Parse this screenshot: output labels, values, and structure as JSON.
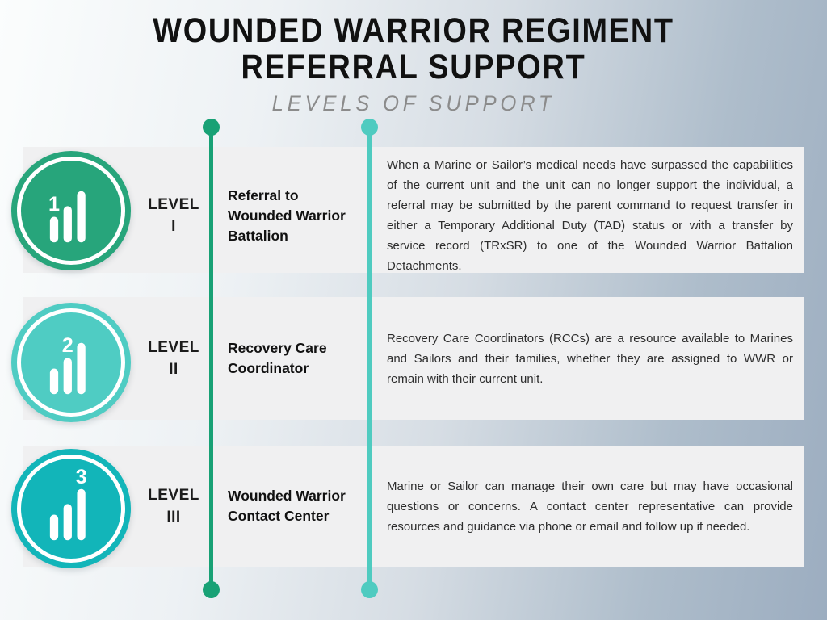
{
  "header": {
    "title_line1": "WOUNDED WARRIOR REGIMENT",
    "title_line2": "REFERRAL SUPPORT",
    "subtitle": "LEVELS OF SUPPORT"
  },
  "colors": {
    "level1_circle": "#27a57b",
    "level2_circle": "#4fccc3",
    "level3_circle": "#12b5b9",
    "timeline_left_line": "#18a175",
    "timeline_right_line": "#4fcbc0",
    "row_background": "#f0f0f1",
    "title_text": "#111111",
    "subtitle_text": "#8b8b8b"
  },
  "levels": [
    {
      "number": "1",
      "label": "LEVEL",
      "numeral": "I",
      "icon": "bar-chart-growth-icon",
      "title": "Referral to Wounded Warrior Battalion",
      "description": "When a Marine or Sailor’s medical needs have surpassed the capabilities of the current unit and the unit can no longer support the individual, a referral may be submitted by the parent command to request transfer in either a Temporary Additional Duty (TAD) status or with a transfer by service record (TRxSR) to one of the Wounded Warrior Battalion Detachments."
    },
    {
      "number": "2",
      "label": "LEVEL",
      "numeral": "II",
      "icon": "bar-chart-growth-icon",
      "title": "Recovery Care Coordinator",
      "description": "Recovery Care Coordinators (RCCs) are a resource available to Marines and Sailors and their families, whether they are assigned to WWR or remain with their current unit."
    },
    {
      "number": "3",
      "label": "LEVEL",
      "numeral": "III",
      "icon": "bar-chart-growth-icon",
      "title": "Wounded Warrior Contact Center",
      "description": "Marine or Sailor can manage their own care but may have occasional questions or concerns. A contact center representative can provide resources and guidance via phone or email and follow up if needed."
    }
  ]
}
